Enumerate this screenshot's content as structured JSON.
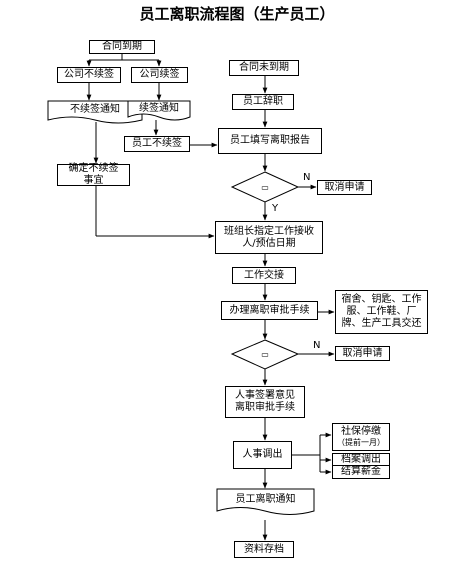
{
  "title": "员工离职流程图（生产员工）",
  "nodes": {
    "contract_expired": "合同到期",
    "company_no_renew": "公司不续签",
    "company_renew": "公司续签",
    "notice_no_renew": "不续签通知",
    "renew_notice": "续签通知",
    "employee_no_renew": "员工不续签",
    "confirm_no_renew": "确定不续签事宜",
    "contract_not_expired": "合同未到期",
    "employee_resign": "员工辞职",
    "fill_report": "员工填写离职报告",
    "leader_assign": "班组长指定工作接收人/预估日期",
    "handover": "工作交接",
    "approval": "办理离职审批手续",
    "return_items": "宿舍、钥匙、工作服、工作鞋、厂牌、生产工具交还",
    "hr_sign": "人事签署意见离职审批手续",
    "hr_transfer": "人事调出",
    "social_security": "社保停缴",
    "social_security_note": "（提前一月）",
    "file_transfer": "档案调出",
    "settle_salary": "结算薪金",
    "leave_notice": "员工离职通知",
    "archive": "资料存档",
    "cancel_1": "取消申请",
    "cancel_2": "取消申请"
  },
  "labels": {
    "n1": "N",
    "y1": "Y",
    "n2": "N"
  }
}
